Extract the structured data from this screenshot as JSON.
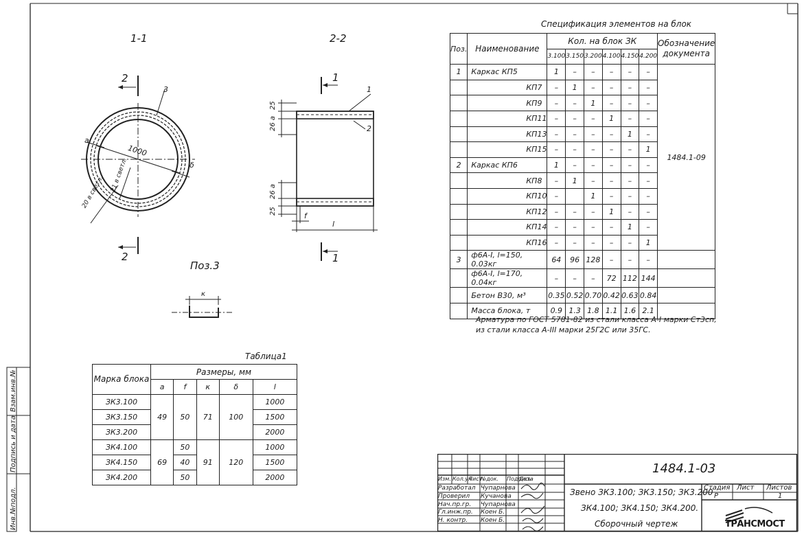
{
  "section_labels": {
    "s11": "1-1",
    "s22": "2-2",
    "pos3": "Поз.3"
  },
  "section_marks": {
    "m2": "2",
    "m1": "1"
  },
  "ring": {
    "diameter": "1000",
    "delta": "δ",
    "a": "а",
    "bars_outer": "20 в светл.",
    "bars_inner": "21 в светл.",
    "leader": "3"
  },
  "side_view": {
    "dim_25_top": "25",
    "dim_26a_top": "26 а",
    "dim_26a_bot": "26 а",
    "dim_25_bot": "25",
    "f": "f",
    "l": "l",
    "leader1": "1",
    "leader2": "2"
  },
  "pos3_k": "к",
  "spec": {
    "title": "Спецификация элементов на блок",
    "col_pos": "Поз.",
    "col_name": "Наименование",
    "col_qty": "Кол. на блок ЗК",
    "col_doc": "Обозначение документа",
    "qty_cols": [
      "3.100",
      "3.150",
      "3.200",
      "4.100",
      "4.150",
      "4.200"
    ],
    "doc_ref": "1484.1-09",
    "rows": [
      {
        "pos": "1",
        "name": "Каркас КП5",
        "vals": [
          "1",
          "–",
          "–",
          "–",
          "–",
          "–"
        ]
      },
      {
        "pos": "",
        "name": "КП7",
        "vals": [
          "–",
          "1",
          "–",
          "–",
          "–",
          "–"
        ]
      },
      {
        "pos": "",
        "name": "КП9",
        "vals": [
          "–",
          "–",
          "1",
          "–",
          "–",
          "–"
        ]
      },
      {
        "pos": "",
        "name": "КП11",
        "vals": [
          "–",
          "–",
          "–",
          "1",
          "–",
          "–"
        ]
      },
      {
        "pos": "",
        "name": "КП13",
        "vals": [
          "–",
          "–",
          "–",
          "–",
          "1",
          "–"
        ]
      },
      {
        "pos": "",
        "name": "КП15",
        "vals": [
          "–",
          "–",
          "–",
          "–",
          "–",
          "1"
        ]
      },
      {
        "pos": "2",
        "name": "Каркас КП6",
        "vals": [
          "1",
          "–",
          "–",
          "–",
          "–",
          "–"
        ]
      },
      {
        "pos": "",
        "name": "КП8",
        "vals": [
          "–",
          "1",
          "–",
          "–",
          "–",
          "–"
        ]
      },
      {
        "pos": "",
        "name": "КП10",
        "vals": [
          "–",
          "",
          "1",
          "–",
          "–",
          "–"
        ]
      },
      {
        "pos": "",
        "name": "КП12",
        "vals": [
          "–",
          "–",
          "–",
          "1",
          "–",
          "–"
        ]
      },
      {
        "pos": "",
        "name": "КП14",
        "vals": [
          "–",
          "–",
          "–",
          "–",
          "1",
          "–"
        ]
      },
      {
        "pos": "",
        "name": "КП16",
        "vals": [
          "–",
          "–",
          "–",
          "–",
          "–",
          "1"
        ]
      },
      {
        "pos": "3",
        "name": "ф6А-I, l=150, 0.03кг",
        "vals": [
          "64",
          "96",
          "128",
          "–",
          "–",
          "–"
        ]
      },
      {
        "pos": "",
        "name": "ф6А-I, l=170, 0.04кг",
        "vals": [
          "–",
          "–",
          "–",
          "72",
          "112",
          "144"
        ]
      },
      {
        "pos": "",
        "name": "Бетон В30, м³",
        "vals": [
          "0.35",
          "0.52",
          "0.70",
          "0.42",
          "0.63",
          "0.84"
        ]
      },
      {
        "pos": "",
        "name": "Масса блока, т",
        "vals": [
          "0.9",
          "1.3",
          "1.8",
          "1.1",
          "1.6",
          "2.1"
        ]
      }
    ],
    "note1": "Арматура по ГОСТ 5781-82 из стали класса А-I марки Ст3сп,",
    "note2": "из стали класса А-III марки 25Г2С или 35ГС."
  },
  "table1": {
    "caption": "Таблица1",
    "col_mark": "Марка блока",
    "col_sizes": "Размеры, мм",
    "sub": [
      "а",
      "f",
      "к",
      "δ",
      "l"
    ],
    "rows": [
      {
        "mark": "ЗК3.100",
        "f": "",
        "l": "1000"
      },
      {
        "mark": "ЗК3.150",
        "f": "50",
        "l": "1500"
      },
      {
        "mark": "ЗК3.200",
        "f": "",
        "l": "2000"
      },
      {
        "mark": "ЗК4.100",
        "f": "50",
        "l": "1000"
      },
      {
        "mark": "ЗК4.150",
        "f": "40",
        "l": "1500"
      },
      {
        "mark": "ЗК4.200",
        "f": "50",
        "l": "2000"
      }
    ],
    "g1": {
      "a": "49",
      "k": "71",
      "d": "100"
    },
    "g2": {
      "a": "69",
      "k": "91",
      "d": "120"
    }
  },
  "title_block": {
    "doc_number": "1484.1-03",
    "hdr": [
      "Изм.",
      "Кол.уч",
      "Лист",
      "№док.",
      "Подпись",
      "Дата"
    ],
    "roles": [
      "Разработал",
      "Проверил",
      "Нач.пр.гр.",
      "Гл.инж.пр.",
      "Н. контр."
    ],
    "names": [
      "Чупарнова",
      "Кучанова",
      "Чупарнова",
      "Коен Б.",
      "Коен Б."
    ],
    "desc1": "Звено ЗК3.100; ЗК3.150; ЗК3.200",
    "desc2": "ЗК4.100; ЗК4.150; ЗК4.200.",
    "desc3": "Сборочный чертеж",
    "stage_h": "Стадия",
    "sheet_h": "Лист",
    "sheets_h": "Листов",
    "stage": "Р",
    "sheet": "",
    "sheets": "1",
    "company": "ТРАНСМОСТ"
  },
  "side_stamp": [
    "Взам.инв.№",
    "Подпись и дата",
    "Инв.№подл."
  ]
}
